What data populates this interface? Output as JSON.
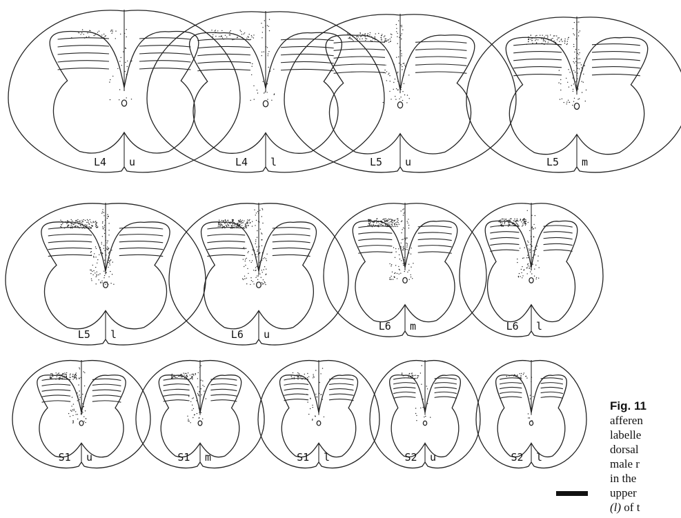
{
  "figure": {
    "sections": [
      {
        "segment": "L4",
        "level": "u"
      },
      {
        "segment": "L4",
        "level": "l"
      },
      {
        "segment": "L5",
        "level": "u"
      },
      {
        "segment": "L5",
        "level": "m"
      },
      {
        "segment": "L5",
        "level": "l"
      },
      {
        "segment": "L6",
        "level": "u"
      },
      {
        "segment": "L6",
        "level": "m"
      },
      {
        "segment": "L6",
        "level": "l"
      },
      {
        "segment": "S1",
        "level": "u"
      },
      {
        "segment": "S1",
        "level": "m"
      },
      {
        "segment": "S1",
        "level": "l"
      },
      {
        "segment": "S2",
        "level": "u"
      },
      {
        "segment": "S2",
        "level": "l"
      }
    ],
    "caption": {
      "fig_label": "Fig. 11",
      "lines": [
        "afferen",
        "labelle",
        "dorsal",
        "male r",
        "in the",
        "upper"
      ],
      "last_line_italic": "(l)",
      "last_line_rest": " of t"
    }
  }
}
